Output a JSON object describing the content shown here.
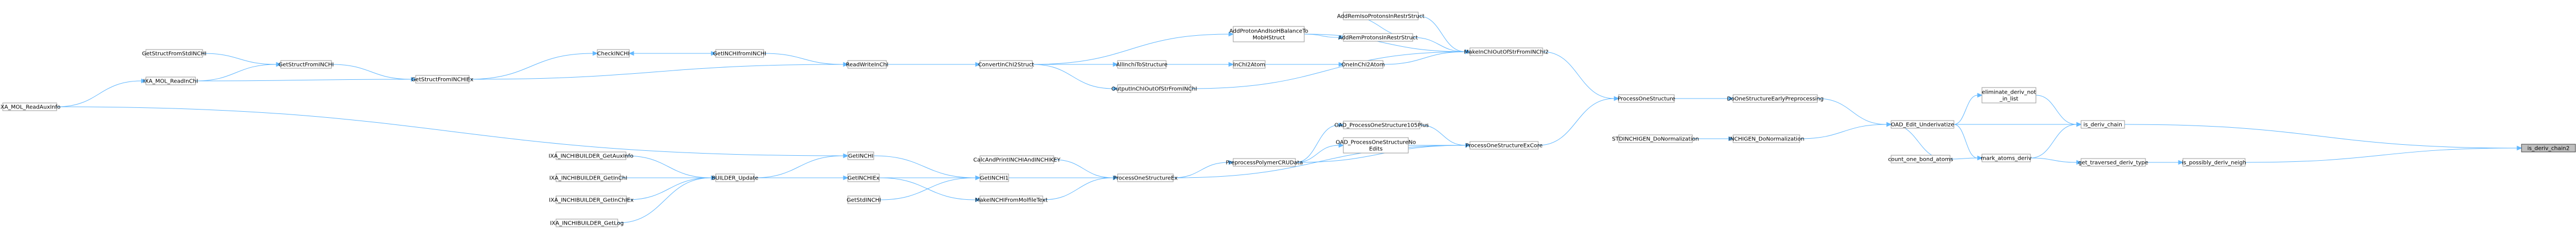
{
  "nodes": [
    {
      "id": "n_is_deriv_chain2",
      "lines": [
        "is_deriv_chain2"
      ],
      "target": true
    },
    {
      "id": "n_is_deriv_chain",
      "lines": [
        "is_deriv_chain"
      ]
    },
    {
      "id": "n_is_possibly_deriv_neigh",
      "lines": [
        "is_possibly_deriv_neigh"
      ]
    },
    {
      "id": "n_eliminate_deriv_not_in_list",
      "lines": [
        "eliminate_deriv_not",
        "_in_list"
      ]
    },
    {
      "id": "n_get_traversed_deriv_type",
      "lines": [
        "get_traversed_deriv_type"
      ]
    },
    {
      "id": "n_mark_atoms_deriv",
      "lines": [
        "mark_atoms_deriv"
      ]
    },
    {
      "id": "n_count_one_bond_atoms",
      "lines": [
        "count_one_bond_atoms"
      ]
    },
    {
      "id": "n_OAD_Edit_Underivatize",
      "lines": [
        "OAD_Edit_Underivatize"
      ]
    },
    {
      "id": "n_DoOneStructureEarlyPreprocessing",
      "lines": [
        "DoOneStructureEarlyPreprocessing"
      ]
    },
    {
      "id": "n_INCHIGEN_DoNormalization",
      "lines": [
        "INCHIGEN_DoNormalization"
      ]
    },
    {
      "id": "n_ProcessOneStructure",
      "lines": [
        "ProcessOneStructure"
      ]
    },
    {
      "id": "n_STDINCHIGEN_DoNormalization",
      "lines": [
        "STDINCHIGEN_DoNormalization"
      ]
    },
    {
      "id": "n_MakeInChIOutOfStrFromINChI2",
      "lines": [
        "MakeInChIOutOfStrFromINChI2"
      ]
    },
    {
      "id": "n_ProcessOneStructureEx",
      "lines": [
        "ProcessOneStructureEx"
      ]
    },
    {
      "id": "n_ProcessOneStructureExCore",
      "lines": [
        "ProcessOneStructureExCore"
      ]
    },
    {
      "id": "n_AddRemProtonsInRestrStruct",
      "lines": [
        "AddRemProtonsInRestrStruct"
      ]
    },
    {
      "id": "n_AddRemIsoProtonsInRestrStruct",
      "lines": [
        "AddRemIsoProtonsInRestrStruct"
      ]
    },
    {
      "id": "n_AddProtonAndIsoHBalanceToMobHStruct",
      "lines": [
        "AddProtonAndIsoHBalanceTo",
        "MobHStruct"
      ]
    },
    {
      "id": "n_OneInChI2Atom",
      "lines": [
        "OneInChI2Atom"
      ]
    },
    {
      "id": "n_InChI2Atom",
      "lines": [
        "InChI2Atom"
      ]
    },
    {
      "id": "n_AllInchiToStructure",
      "lines": [
        "AllInchiToStructure"
      ]
    },
    {
      "id": "n_ConvertInChI2Struct",
      "lines": [
        "ConvertInChI2Struct"
      ]
    },
    {
      "id": "n_OutputInChIOutOfStrFromINChI",
      "lines": [
        "OutputInChIOutOfStrFromINChI"
      ]
    },
    {
      "id": "n_ReadWriteInChI",
      "lines": [
        "ReadWriteInChI"
      ]
    },
    {
      "id": "n_GetINCHIfromINCHI",
      "lines": [
        "GetINCHIfromINCHI"
      ]
    },
    {
      "id": "n_CheckINCHI",
      "lines": [
        "CheckINCHI"
      ]
    },
    {
      "id": "n_GetStructFromINCHIEx",
      "lines": [
        "GetStructFromINCHIEx"
      ]
    },
    {
      "id": "n_GetStructFromINCHI",
      "lines": [
        "GetStructFromINCHI"
      ]
    },
    {
      "id": "n_GetStructFromStdINCHI",
      "lines": [
        "GetStructFromStdINCHI"
      ]
    },
    {
      "id": "n_IXA_MOL_ReadInChI",
      "lines": [
        "IXA_MOL_ReadInChI"
      ]
    },
    {
      "id": "n_IXA_MOL_ReadAuxInfo",
      "lines": [
        "IXA_MOL_ReadAuxInfo"
      ]
    },
    {
      "id": "n_OAD_ProcessOneStructure105Plus",
      "lines": [
        "OAD_ProcessOneStructure105Plus"
      ]
    },
    {
      "id": "n_OAD_ProcessOneStructureNoEdits",
      "lines": [
        "OAD_ProcessOneStructureNo",
        "Edits"
      ]
    },
    {
      "id": "n_PreprocessPolymerCRUData",
      "lines": [
        "PreprocessPolymerCRUData"
      ]
    },
    {
      "id": "n_CalcAndPrintINCHIAndINCHIKEY",
      "lines": [
        "CalcAndPrintINCHIAndINCHIKEY"
      ]
    },
    {
      "id": "n_GetINCHI1",
      "lines": [
        "GetINCHI1"
      ]
    },
    {
      "id": "n_MakeINCHIFromMolfileText",
      "lines": [
        "MakeINCHIFromMolfileText"
      ]
    },
    {
      "id": "n_GetINCHI",
      "lines": [
        "GetINCHI"
      ]
    },
    {
      "id": "n_GetINCHIEx",
      "lines": [
        "GetINCHIEx"
      ]
    },
    {
      "id": "n_GetStdINCHI",
      "lines": [
        "GetStdINCHI"
      ]
    },
    {
      "id": "n_BUILDER_Update",
      "lines": [
        "BUILDER_Update"
      ]
    },
    {
      "id": "n_IXA_INCHIBUILDER_GetAuxInfo",
      "lines": [
        "IXA_INCHIBUILDER_GetAuxInfo"
      ]
    },
    {
      "id": "n_IXA_INCHIBUILDER_GetInChI",
      "lines": [
        "IXA_INCHIBUILDER_GetInChI"
      ]
    },
    {
      "id": "n_IXA_INCHIBUILDER_GetInChIEx",
      "lines": [
        "IXA_INCHIBUILDER_GetInChIEx"
      ]
    },
    {
      "id": "n_IXA_INCHIBUILDER_GetLog",
      "lines": [
        "IXA_INCHIBUILDER_GetLog"
      ]
    }
  ],
  "edges": [
    [
      "n_is_deriv_chain",
      "n_is_deriv_chain2"
    ],
    [
      "n_is_possibly_deriv_neigh",
      "n_is_deriv_chain2"
    ],
    [
      "n_eliminate_deriv_not_in_list",
      "n_is_deriv_chain"
    ],
    [
      "n_OAD_Edit_Underivatize",
      "n_is_deriv_chain"
    ],
    [
      "n_mark_atoms_deriv",
      "n_is_deriv_chain"
    ],
    [
      "n_get_traversed_deriv_type",
      "n_is_possibly_deriv_neigh"
    ],
    [
      "n_mark_atoms_deriv",
      "n_get_traversed_deriv_type"
    ],
    [
      "n_OAD_Edit_Underivatize",
      "n_eliminate_deriv_not_in_list"
    ],
    [
      "n_count_one_bond_atoms",
      "n_mark_atoms_deriv"
    ],
    [
      "n_OAD_Edit_Underivatize",
      "n_mark_atoms_deriv"
    ],
    [
      "n_OAD_Edit_Underivatize",
      "n_count_one_bond_atoms"
    ],
    [
      "n_DoOneStructureEarlyPreprocessing",
      "n_OAD_Edit_Underivatize"
    ],
    [
      "n_INCHIGEN_DoNormalization",
      "n_OAD_Edit_Underivatize"
    ],
    [
      "n_ProcessOneStructure",
      "n_DoOneStructureEarlyPreprocessing"
    ],
    [
      "n_STDINCHIGEN_DoNormalization",
      "n_INCHIGEN_DoNormalization"
    ],
    [
      "n_MakeInChIOutOfStrFromINChI2",
      "n_ProcessOneStructure"
    ],
    [
      "n_ProcessOneStructureExCore",
      "n_ProcessOneStructure"
    ],
    [
      "n_AddRemProtonsInRestrStruct",
      "n_MakeInChIOutOfStrFromINChI2"
    ],
    [
      "n_AddRemIsoProtonsInRestrStruct",
      "n_MakeInChIOutOfStrFromINChI2"
    ],
    [
      "n_AddProtonAndIsoHBalanceToMobHStruct",
      "n_MakeInChIOutOfStrFromINChI2"
    ],
    [
      "n_OneInChI2Atom",
      "n_MakeInChIOutOfStrFromINChI2"
    ],
    [
      "n_OutputInChIOutOfStrFromINChI",
      "n_MakeInChIOutOfStrFromINChI2"
    ],
    [
      "n_AddRemProtonsInRestrStruct",
      "n_AddRemIsoProtonsInRestrStruct"
    ],
    [
      "n_AddProtonAndIsoHBalanceToMobHStruct",
      "n_AddRemProtonsInRestrStruct"
    ],
    [
      "n_ConvertInChI2Struct",
      "n_AddProtonAndIsoHBalanceToMobHStruct"
    ],
    [
      "n_InChI2Atom",
      "n_OneInChI2Atom"
    ],
    [
      "n_AllInchiToStructure",
      "n_InChI2Atom"
    ],
    [
      "n_ConvertInChI2Struct",
      "n_AllInchiToStructure"
    ],
    [
      "n_ConvertInChI2Struct",
      "n_OutputInChIOutOfStrFromINChI"
    ],
    [
      "n_ReadWriteInChI",
      "n_ConvertInChI2Struct"
    ],
    [
      "n_GetINCHIfromINCHI",
      "n_ReadWriteInChI"
    ],
    [
      "n_GetStructFromINCHIEx",
      "n_ReadWriteInChI"
    ],
    [
      "n_CheckINCHI",
      "n_GetINCHIfromINCHI"
    ],
    [
      "n_GetINCHIfromINCHI",
      "n_CheckINCHI"
    ],
    [
      "n_GetStructFromINCHIEx",
      "n_CheckINCHI"
    ],
    [
      "n_GetStructFromINCHI",
      "n_GetStructFromINCHIEx"
    ],
    [
      "n_IXA_MOL_ReadInChI",
      "n_GetStructFromINCHIEx"
    ],
    [
      "n_GetStructFromStdINCHI",
      "n_GetStructFromINCHI"
    ],
    [
      "n_IXA_MOL_ReadInChI",
      "n_GetStructFromINCHI"
    ],
    [
      "n_IXA_MOL_ReadAuxInfo",
      "n_IXA_MOL_ReadInChI"
    ],
    [
      "n_OAD_ProcessOneStructure105Plus",
      "n_ProcessOneStructureExCore"
    ],
    [
      "n_OAD_ProcessOneStructureNoEdits",
      "n_ProcessOneStructureExCore"
    ],
    [
      "n_PreprocessPolymerCRUData",
      "n_ProcessOneStructureExCore"
    ],
    [
      "n_ProcessOneStructureEx",
      "n_ProcessOneStructureExCore"
    ],
    [
      "n_PreprocessPolymerCRUData",
      "n_OAD_ProcessOneStructure105Plus"
    ],
    [
      "n_PreprocessPolymerCRUData",
      "n_OAD_ProcessOneStructureNoEdits"
    ],
    [
      "n_ProcessOneStructureEx",
      "n_PreprocessPolymerCRUData"
    ],
    [
      "n_CalcAndPrintINCHIAndINCHIKEY",
      "n_ProcessOneStructureEx"
    ],
    [
      "n_GetINCHI1",
      "n_ProcessOneStructureEx"
    ],
    [
      "n_MakeINCHIFromMolfileText",
      "n_ProcessOneStructureEx"
    ],
    [
      "n_GetINCHI",
      "n_GetINCHI1"
    ],
    [
      "n_GetINCHIEx",
      "n_GetINCHI1"
    ],
    [
      "n_GetStdINCHI",
      "n_GetINCHI1"
    ],
    [
      "n_IXA_MOL_ReadAuxInfo",
      "n_GetINCHI"
    ],
    [
      "n_BUILDER_Update",
      "n_GetINCHI"
    ],
    [
      "n_BUILDER_Update",
      "n_GetINCHIEx"
    ],
    [
      "n_GetINCHIEx",
      "n_MakeINCHIFromMolfileText"
    ],
    [
      "n_IXA_INCHIBUILDER_GetAuxInfo",
      "n_BUILDER_Update"
    ],
    [
      "n_IXA_INCHIBUILDER_GetInChI",
      "n_BUILDER_Update"
    ],
    [
      "n_IXA_INCHIBUILDER_GetInChIEx",
      "n_BUILDER_Update"
    ],
    [
      "n_IXA_INCHIBUILDER_GetLog",
      "n_BUILDER_Update"
    ]
  ]
}
